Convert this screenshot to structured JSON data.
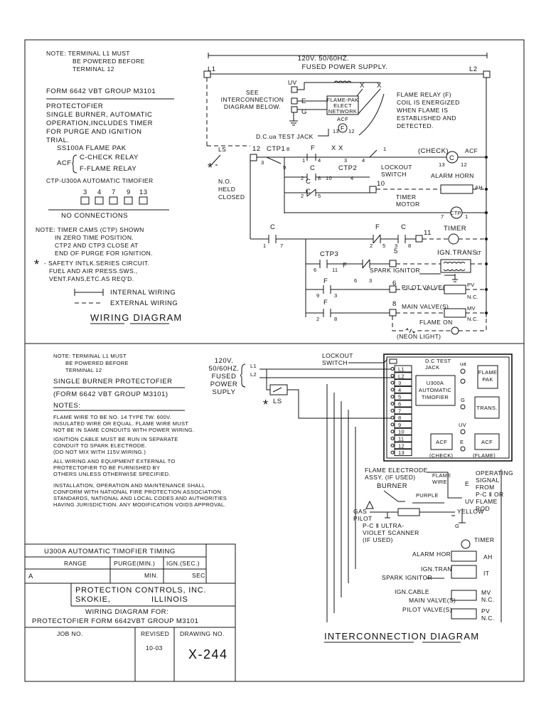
{
  "top": {
    "note_l1": [
      "NOTE: TERMINAL L1 MUST",
      "BE POWERED BEFORE",
      "TERMINAL 12"
    ],
    "form": "FORM 6642 VBT GROUP M3101",
    "protectofier": [
      "PROTECTOFIER",
      "SINGLE BURNER, AUTOMATIC",
      "OPERATION,INCLUDES TIMER",
      "FOR PURGE AND IGNITION",
      "TRIAL."
    ],
    "flame_pak": "SS100A FLAME PAK",
    "acf": "ACF",
    "check_relay": "C-CHECK RELAY",
    "flame_relay": "F-FLAME RELAY",
    "timofier": "CTP-U300A AUTOMATIC TIMOFIER",
    "timofier_terms": [
      "3",
      "4",
      "7",
      "9",
      "13"
    ],
    "no_conn": "NO CONNECTIONS",
    "note_timer": [
      "NOTE: TIMER CAMS (CTP) SHOWN",
      "IN ZERO TIME POSITION.",
      "CTP2 AND CTP3 CLOSE AT",
      "END OF PURGE FOR IGNITION."
    ],
    "asterisk": "*",
    "safety": [
      "- SAFETY INTLK.SERIES CIRCUIT.",
      "FUEL AND AIR PRESS.SWS.,",
      "VENT.FANS,ETC.AS REQ'D."
    ],
    "internal": "INTERNAL WIRING",
    "external": "EXTERNAL WIRING",
    "wiring_title": "WIRING  DIAGRAM",
    "supply": [
      "120V. 50/60HZ.",
      "FUSED POWER SUPPLY."
    ],
    "l1": "L1",
    "l2": "L2",
    "see_inter": [
      "SEE",
      "INTERCONNECTION",
      "DIAGRAM BELOW."
    ],
    "uv": "UV",
    "e": "E",
    "g": "G",
    "network": [
      "FLAME-PAK",
      "ELECT",
      "NETWORK"
    ],
    "acf_small": "ACF",
    "f": "F",
    "n13": "13",
    "n12": "12",
    "x": "X",
    "dc_jack": "D.C.ua TEST JACK",
    "flame_relay_note": [
      "FLAME RELAY (F)",
      "COIL IS ENERGIZED",
      "WHEN FLAME IS",
      "ESTABLISHED AND",
      "DETECTED."
    ],
    "ls": "LS",
    "n12b": "12",
    "ctp1": "CTP1",
    "n8": "8",
    "n3": "3",
    "n9": "9",
    "n1": "1",
    "n4": "4",
    "c": "C",
    "xx": "X X",
    "ctp2": "CTP2",
    "n2": "2",
    "n10": "10",
    "n5": "5",
    "lockout": [
      "LOCKOUT",
      "SWITCH"
    ],
    "check": "(CHECK)",
    "acf2": "ACF",
    "alarm_horn": "ALARM HORN",
    "ah": "AH",
    "n10b": "10",
    "timer_motor": [
      "TIMER",
      "MOTOR"
    ],
    "ctp": "CTP",
    "n7": "7",
    "no_held": [
      "N.O.",
      "HELD",
      "CLOSED"
    ],
    "n11": "11",
    "timer": "TIMER",
    "ctp3": "CTP3",
    "n6": "6",
    "ign_trans": "IGN.TRANS.",
    "it": "IT",
    "spark": "SPARK IGNITOR",
    "pilot_valve": "PILOT VALVE(S)",
    "pv": "PV",
    "nc": "N.C.",
    "main_valve": "MAIN VALVE(S)",
    "mv": "MV",
    "flame_on": "FLAME ON",
    "neon": "(NEON LIGHT)"
  },
  "bottom": {
    "note_l1": [
      "NOTE: TERMINAL L1 MUST",
      "BE POWERED BEFORE",
      "TERMINAL 12"
    ],
    "single_burner": "SINGLE BURNER PROTECTOFIER",
    "form": "(FORM 6642 VBT GROUP M3101)",
    "notes_title": "NOTES:",
    "notes": [
      [
        "FLAME WIRE TO BE NO. 14 TYPE TW. 600V.",
        "INSULATED WIRE OR EQUAL. FLAME WIRE MUST",
        "NOT BE IN SAME CONDUITS WITH POWER WIRING."
      ],
      [
        "IGNITION CABLE MUST BE RUN IN SEPARATE",
        "CONDUIT TO SPARK ELECTRODE.",
        "(DO NOT MIX WITH 115V.WIRING.)"
      ],
      [
        "ALL WIRING AND EQUIPMENT EXTERNAL TO",
        "PROTECTOFIER TO BE FURNISHED BY",
        "OTHERS UNLESS OTHERWISE SPECIFIED."
      ],
      [
        "INSTALLATION, OPERATION AND MAINTENANCE SHALL",
        "CONFORM WITH NATIONAL FIRE PROTECTION ASSOCIATION",
        "STANDARDS, NATIONAL AND LOCAL CODES AND AUTHORITIES",
        "HAVING JURISDICTION. ANY MODIFICATION VOIDS APPROVAL."
      ]
    ],
    "supply": [
      "120V.",
      "50/60HZ.",
      "FUSED",
      "POWER",
      "SUPLY"
    ],
    "l1": "L1",
    "l2": "L2",
    "ls": "LS",
    "lockout": [
      "LOCKOUT",
      "SWITCH"
    ],
    "terminals": [
      "L1",
      "L2",
      "3",
      "4",
      "5",
      "6",
      "7",
      "8",
      "9",
      "10",
      "11",
      "12",
      "13"
    ],
    "dc_jack": [
      "D.C TEST",
      "JACK"
    ],
    "ua": "ua",
    "flame_pak": [
      "FLAME",
      "PAK"
    ],
    "u300a": [
      "U300A",
      "AUTOMATIC",
      "TIMOFIER"
    ],
    "g": "G",
    "trans": "TRANS.",
    "uv": "UV",
    "acf": "ACF",
    "e": "E",
    "check": "(CHECK)",
    "flame": "(FLAME)",
    "electrode": [
      "FLAME ELECTRODE",
      "ASSY. (IF USED)"
    ],
    "burner": "BURNER",
    "flame_wire": [
      "FLAME",
      "WIRE"
    ],
    "op_signal": [
      "OPERATING",
      "SIGNAL",
      "FROM",
      "P-C Ⅱ OR",
      "UV  FLAME",
      "ROD"
    ],
    "purple": "PURPLE",
    "yellow": "YELLOW",
    "gas_pilot": [
      "GAS",
      "PILOT"
    ],
    "scanner": [
      "P-C Ⅱ  ULTRA-",
      "VIOLET SCANNER",
      "(IF USED)"
    ],
    "g2": "G",
    "timer": "TIMER",
    "alarm_horn": "ALARM HORN",
    "ah": "AH",
    "ign_trans": "IGN.TRANS.",
    "it": "IT",
    "spark": "SPARK IGNITOR",
    "ign_cable": "IGN.CABLE",
    "mv": "MV",
    "nc": "N.C.",
    "main_valve": "MAIN VALVE(S)",
    "pilot_valve": "PILOT VALVE(S)",
    "pv": "PV",
    "inter_title": "INTERCONNECTION    DIAGRAM",
    "timing_title": "U300A  AUTOMATIC TIMOFIER TIMING",
    "timing_headers": [
      "RANGE",
      "PURGE(MIN.)",
      "IGN.(SEC.)"
    ],
    "timing_row": [
      "A",
      "MIN.",
      "SEC."
    ],
    "company": [
      "PROTECTION CONTROLS, INC.",
      "SKOKIE,",
      "ILLINOIS"
    ],
    "wiring_for": [
      "WIRING DIAGRAM FOR:",
      "PROTECTOFIER  FORM  6642VBT  GROUP  M3101"
    ],
    "job": "JOB NO.",
    "revised": "REVISED",
    "revised_val": "10-03",
    "drawing": "DRAWING NO.",
    "drawing_val": "X-244"
  }
}
